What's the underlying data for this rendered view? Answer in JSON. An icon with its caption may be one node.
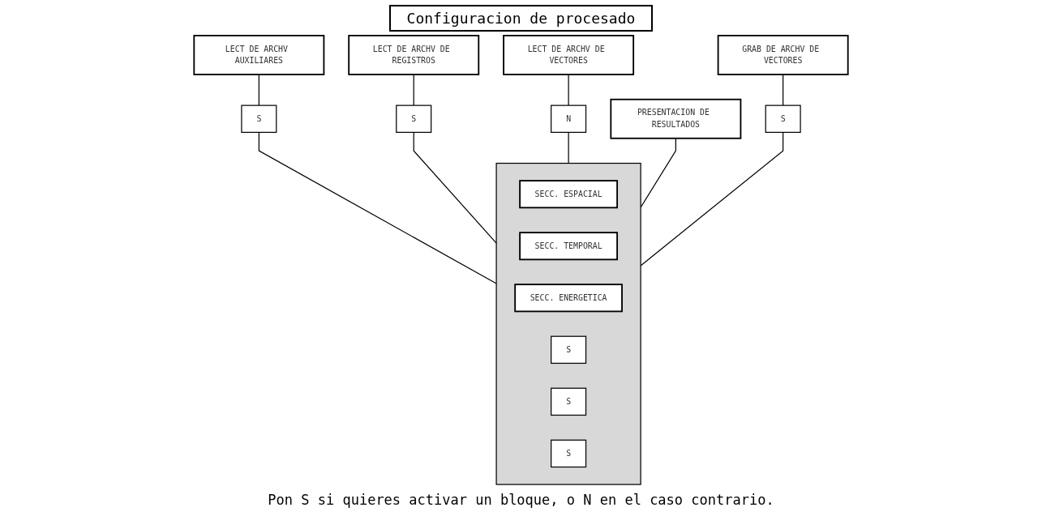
{
  "diagram": {
    "title": "Configuracion de procesado",
    "nodes": [
      {
        "text": [
          "LECT DE ARCHV AUXILIARES"
        ]
      },
      {
        "text": [
          "LECT DE ARCHV DE REGISTROS"
        ]
      },
      {
        "text": [
          "LECT DE ARCHV DE VECTORES"
        ]
      },
      {
        "text": [
          "GRAB DE ARCHV DE VECTORES"
        ]
      },
      {
        "text": [
          "S"
        ]
      },
      {
        "text": [
          "S"
        ]
      },
      {
        "text": [
          "N"
        ]
      },
      {
        "text": [
          "PRESENTACION DE RESULTADOS"
        ]
      },
      {
        "text": [
          "S"
        ]
      },
      {
        "text": [],
        "shape": "box"
      },
      {
        "text": [
          "SECC. ESPACIAL"
        ],
        "in": 9
      },
      {
        "text": [
          "SECC. TEMPORAL"
        ],
        "in": 9
      },
      {
        "text": [
          "SECC. ENERGETICA"
        ],
        "in": 9
      },
      {
        "text": [
          "S"
        ],
        "in": 9
      },
      {
        "text": [
          "S"
        ],
        "in": 9
      },
      {
        "text": [
          "S"
        ],
        "in": 9
      }
    ],
    "edges": [
      {
        "from": 0,
        "to": 4,
        "arrow": "none"
      },
      {
        "from": 4,
        "to": 9,
        "arrow": "none"
      },
      {
        "from": 1,
        "to": 5,
        "arrow": "none"
      },
      {
        "from": 2,
        "to": 6,
        "arrow": "none"
      },
      {
        "from": 5,
        "to": 9,
        "arrow": "none"
      },
      {
        "from": 6,
        "to": 9,
        "arrow": "none"
      },
      {
        "from": 7,
        "to": 9,
        "arrow": "none"
      },
      {
        "from": 3,
        "to": 8,
        "arrow": "none"
      },
      {
        "from": 8,
        "to": 9,
        "arrow": "none"
      }
    ],
    "labels": [
      "Pon S si quieres activar un bloque, o N en el caso contrario."
    ]
  }
}
